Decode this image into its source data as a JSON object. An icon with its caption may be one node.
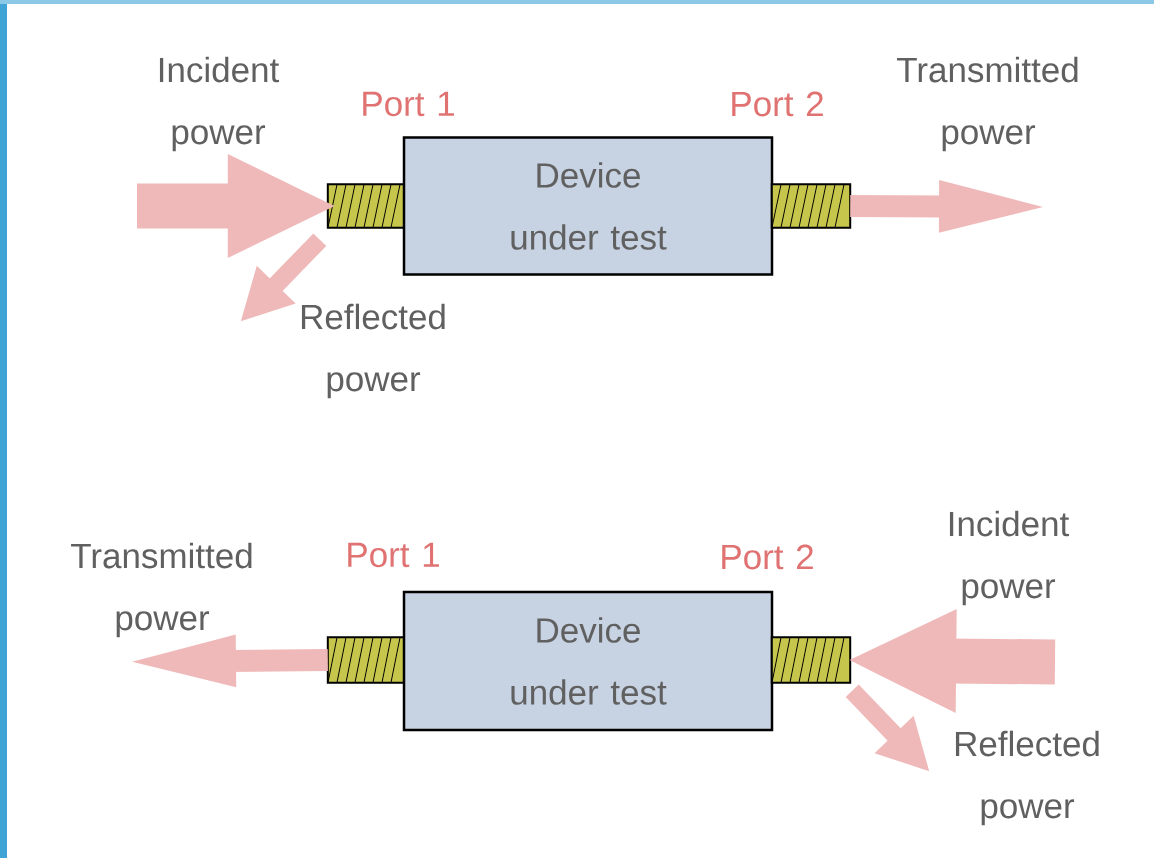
{
  "diagram": {
    "nodes": [
      {
        "text": [],
        "shape": "box"
      },
      {
        "text": [
          "Device under test"
        ]
      },
      {
        "text": [],
        "shape": "box"
      },
      {
        "text": [],
        "shape": "box"
      },
      {
        "text": [
          "Device under test"
        ]
      },
      {
        "text": [],
        "shape": "box"
      }
    ],
    "edges": [
      {
        "from": null,
        "to": 0,
        "arrow": "to",
        "style": "thick"
      },
      {
        "from": 0,
        "to": null,
        "arrow": "to"
      },
      {
        "from": 2,
        "to": null,
        "arrow": "to"
      },
      {
        "from": 3,
        "to": null,
        "arrow": "to"
      },
      {
        "from": null,
        "to": 5,
        "arrow": "to",
        "style": "thick"
      },
      {
        "from": 5,
        "to": null,
        "arrow": "to"
      }
    ],
    "labels": [
      "Incident power",
      "Port 1",
      "Port 2",
      "Transmitted power",
      "Reflected power",
      "Transmitted power",
      "Port 1",
      "Port 2",
      "Incident power",
      "Reflected power"
    ]
  }
}
